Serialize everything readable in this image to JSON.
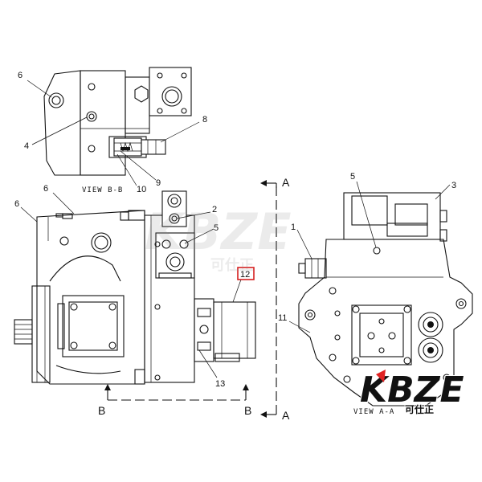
{
  "views": {
    "bb": "VIEW B-B",
    "aa": "VIEW A-A"
  },
  "section_marks": {
    "a_top": "A",
    "a_bottom": "A",
    "b_left": "B",
    "b_right": "B"
  },
  "callouts": {
    "c6_top": "6",
    "c4": "4",
    "c8": "8",
    "c9": "9",
    "c10": "10",
    "c6_mid": "6",
    "c6_left": "6",
    "c2": "2",
    "c5_mid": "5",
    "c12": "12",
    "c13": "13",
    "c5_right": "5",
    "c3": "3",
    "c1": "1",
    "c11": "11"
  },
  "watermark": {
    "brand": "KBZE",
    "brand_faint": "KBZE",
    "sub": "可仕正",
    "sub_faint": "可仕正"
  },
  "colors": {
    "highlight": "#d62020",
    "watermark_red": "#e02222"
  }
}
